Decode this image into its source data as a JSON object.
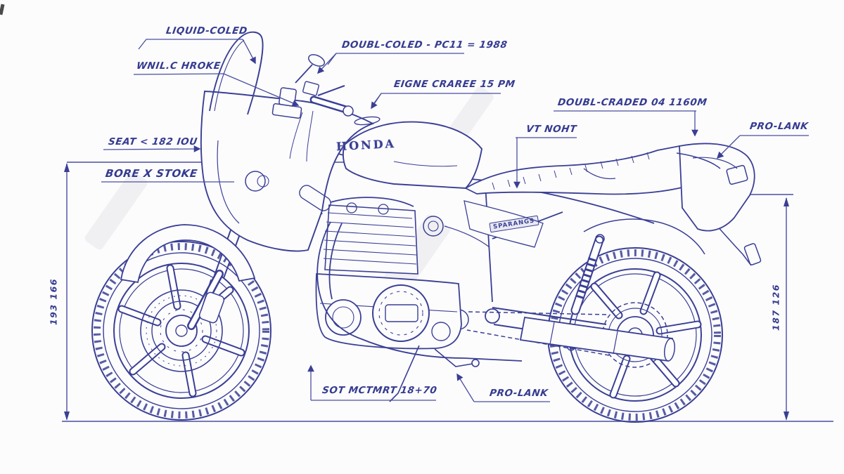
{
  "meta": {
    "doc_type": "Motorcycle technical blueprint drawing",
    "ink_color": "#3a3f94",
    "paper_color": "#fcfcfd"
  },
  "drawing": {
    "tank_logo": "HONDA",
    "side_badge": "SPARANGS"
  },
  "callouts": {
    "liquid_cooled": "LIQUID-COLED",
    "wnil_hroke": "WNIL.C HROKE",
    "doubl_coled": "DOUBL-COLED - PC11 = 1988",
    "eigne": "EIGNE CRAREE 15 PM",
    "doubl_craded": "DOUBL-CRADED 04 1160M",
    "vt_noht": "VT NOHT",
    "pro_lank_top": "PRO-LANK",
    "seat": "SEAT < 182 IOU",
    "bore_stoke": "BORE X STOKE",
    "sot_mctmrt": "SOT MCTMRT 18+70",
    "pro_lank_bottom": "PRO-LANK"
  },
  "dimensions": {
    "left": "193 166",
    "right": "187 126"
  }
}
